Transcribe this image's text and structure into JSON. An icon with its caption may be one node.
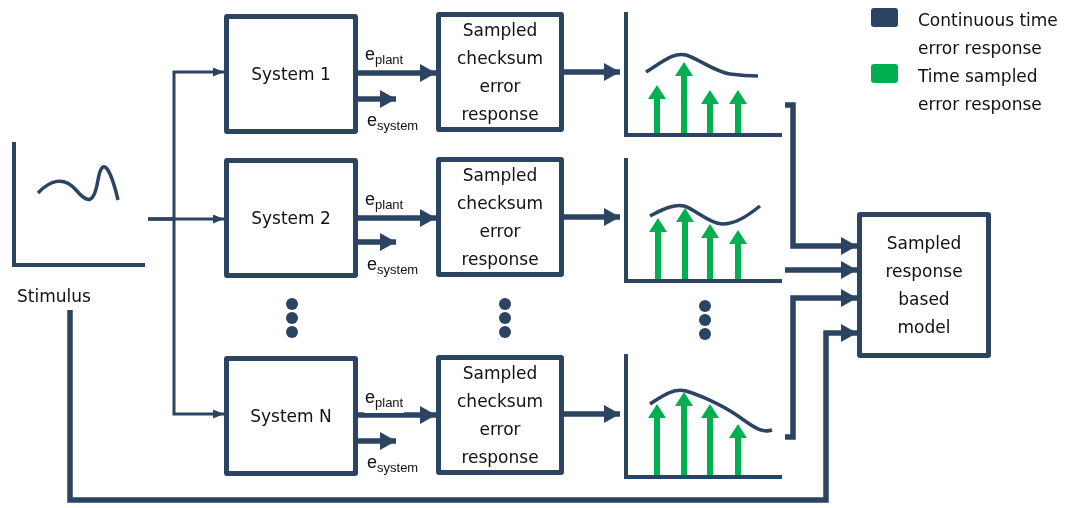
{
  "diagram": {
    "nodes": [
      {
        "text": [
          "Stimulus"
        ]
      },
      {
        "text": [
          "System 1"
        ]
      },
      {
        "text": [
          "Sampled checksum error response"
        ]
      },
      {
        "text": [],
        "shape": "chart"
      },
      {
        "text": [
          "System 2"
        ]
      },
      {
        "text": [
          "Sampled checksum error response"
        ]
      },
      {
        "text": [],
        "shape": "chart"
      },
      {
        "text": [
          "System N"
        ]
      },
      {
        "text": [
          "Sampled checksum error response"
        ]
      },
      {
        "text": [],
        "shape": "chart"
      },
      {
        "text": [
          "Sampled response based model"
        ]
      }
    ],
    "edges": [
      {
        "from": 0,
        "to": 1,
        "arrow": "to"
      },
      {
        "from": 0,
        "to": 4,
        "arrow": "to"
      },
      {
        "from": 0,
        "to": 7,
        "arrow": "to"
      },
      {
        "from": 1,
        "to": 2,
        "arrow": "to",
        "label": "e$_{plant}$"
      },
      {
        "from": 1,
        "to": null,
        "arrow": "to",
        "label": "e$_{system}$"
      },
      {
        "from": 2,
        "to": 3,
        "arrow": "to"
      },
      {
        "from": 4,
        "to": 5,
        "arrow": "to",
        "label": "e$_{plant}$"
      },
      {
        "from": 4,
        "to": null,
        "arrow": "to",
        "label": "e$_{system}$"
      },
      {
        "from": 5,
        "to": 6,
        "arrow": "to"
      },
      {
        "from": 7,
        "to": 8,
        "arrow": "to",
        "label": "e$_{plant}$"
      },
      {
        "from": 7,
        "to": null,
        "arrow": "to",
        "label": "e$_{system}$"
      },
      {
        "from": 8,
        "to": 9,
        "arrow": "to"
      },
      {
        "from": 3,
        "to": 10,
        "arrow": "to"
      },
      {
        "from": 6,
        "to": 10,
        "arrow": "to"
      },
      {
        "from": 9,
        "to": 10,
        "arrow": "to"
      },
      {
        "from": 0,
        "to": 10,
        "arrow": "to"
      }
    ],
    "legend": [
      {
        "text": "Continuous time error response",
        "color": "#2b4462"
      },
      {
        "text": "Time sampled error response",
        "color": "#00b050"
      }
    ]
  }
}
